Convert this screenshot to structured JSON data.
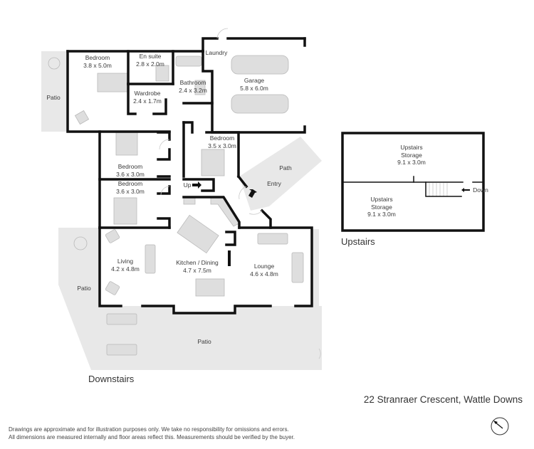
{
  "downstairs": {
    "title": "Downstairs",
    "rooms": [
      {
        "name": "Bedroom",
        "dims": "3.8 x 5.0m"
      },
      {
        "name": "En suite",
        "dims": "2.8 x 2.0m"
      },
      {
        "name": "Wardrobe",
        "dims": "2.4 x 1.7m"
      },
      {
        "name": "Bathroom",
        "dims": "2.4 x 3.2m"
      },
      {
        "name": "Laundry",
        "dims": ""
      },
      {
        "name": "Garage",
        "dims": "5.8 x 6.0m"
      },
      {
        "name": "Bedroom",
        "dims": "3.5 x 3.0m"
      },
      {
        "name": "Bedroom",
        "dims": "3.6 x 3.0m"
      },
      {
        "name": "Bedroom",
        "dims": "3.6 x 3.0m"
      },
      {
        "name": "Living",
        "dims": "4.2 x 4.8m"
      },
      {
        "name": "Kitchen / Dining",
        "dims": "4.7 x 7.5m"
      },
      {
        "name": "Lounge",
        "dims": "4.6 x 4.8m"
      }
    ],
    "outdoor": {
      "patio_left_top": "Patio",
      "patio_left": "Patio",
      "patio_bottom": "Patio",
      "path": "Path",
      "entry": "Entry",
      "stairs_up": "Up"
    }
  },
  "upstairs": {
    "title": "Upstairs",
    "rooms": [
      {
        "name": "Upstairs",
        "name2": "Storage",
        "dims": "9.1 x 3.0m"
      },
      {
        "name": "Upstairs",
        "name2": "Storage",
        "dims": "9.1 x 3.0m"
      }
    ],
    "stairs_down": "Down"
  },
  "address": "22 Stranraer Crescent, Wattle Downs",
  "disclaimer": {
    "line1": "Drawings are approximate and for illustration purposes only. We take no responsibility for omissions and errors.",
    "line2": "All dimensions are measured internally and floor areas reflect this. Measurements should be verified by the buyer."
  },
  "icons": {
    "compass": "north-arrow-compass-icon"
  },
  "colors": {
    "wall": "#111111",
    "outdoor_fill": "#e8e8e8",
    "furniture": "#dcdcdc",
    "furniture_stroke": "#b5b5b5",
    "text": "#3a3a3a"
  }
}
